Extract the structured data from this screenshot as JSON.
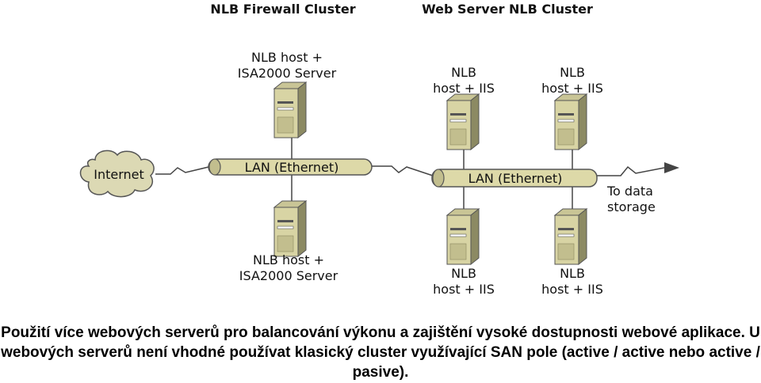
{
  "headers": {
    "firewall_cluster": "NLB Firewall Cluster",
    "web_cluster": "Web Server NLB Cluster"
  },
  "nodes": {
    "internet": "Internet",
    "lan_left": "LAN (Ethernet)",
    "lan_right": "LAN (Ethernet)",
    "storage_line1": "To data",
    "storage_line2": "storage",
    "fw_top_line1": "NLB host +",
    "fw_top_line2": "ISA2000 Server",
    "fw_bottom_line1": "NLB host +",
    "fw_bottom_line2": "ISA2000 Server",
    "web_top_left_line1": "NLB",
    "web_top_left_line2": "host + IIS",
    "web_top_right_line1": "NLB",
    "web_top_right_line2": "host + IIS",
    "web_bottom_left_line1": "NLB",
    "web_bottom_left_line2": "host + IIS",
    "web_bottom_right_line1": "NLB",
    "web_bottom_right_line2": "host + IIS"
  },
  "caption": "Použití více webových serverů pro balancování výkonu a zajištění vysoké dostupnosti webové aplikace. U webových serverů není vhodné používat klasický cluster využívající SAN pole (active / active nebo active / pasive).",
  "colors": {
    "server_front": "#d8d4a4",
    "server_side": "#8c8a63",
    "lan_fill": "#ddd9a8",
    "cloud_fill": "#dcd9b4",
    "line": "#444444"
  }
}
